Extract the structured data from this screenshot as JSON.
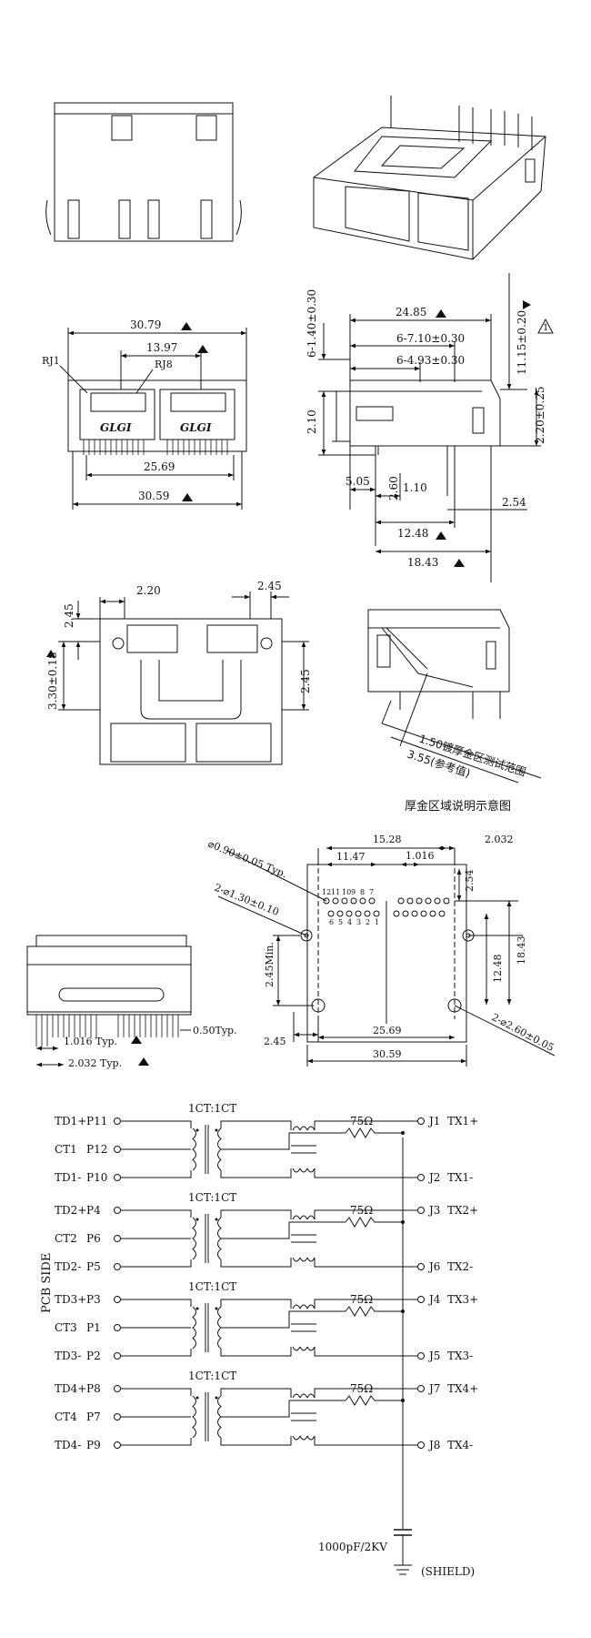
{
  "dimensions": {
    "d_30_79": "30.79",
    "d_13_97": "13.97",
    "rj1": "RJ1",
    "rj8": "RJ8",
    "brand": "GLGI",
    "d_25_69": "25.69",
    "d_30_59": "30.59",
    "d_24_85": "24.85",
    "d_6_1_40": "6-1.40±0.30",
    "d_6_7_10": "6-7.10±0.30",
    "d_6_4_93": "6-4.93±0.30",
    "d_11_15": "11.15±0.20",
    "d_2_20_025": "2.20±0.25",
    "d_2_10": "2.10",
    "d_5_05": "5.05",
    "d_2_60": "2.60",
    "d_1_10": "1.10",
    "d_2_54": "2.54",
    "d_12_48": "12.48",
    "d_18_43": "18.43",
    "note_1": "1",
    "d_2_45": "2.45",
    "d_2_20": "2.20",
    "d_3_30": "3.30±0.18",
    "gold_1_50": "1.50镀厚金区测试范围",
    "gold_3_55": "3.55(参考值)",
    "gold_caption": "厚金区域说明示意图",
    "d_1_016_typ": "1.016 Typ.",
    "d_2_032_typ": "2.032 Typ.",
    "d_0_50_typ": "0.50Typ.",
    "d_15_28": "15.28",
    "d_11_47": "11.47",
    "d_1_016": "1.016",
    "d_2_032": "2.032",
    "d_0_90": "⌀0.90±0.05 Typ.",
    "d_1_30": "2-⌀1.30±0.10",
    "d_2_45min": "2.45Min.",
    "d_2_60_005": "2-⌀2.60±0.05",
    "pin_top": [
      "12",
      "11",
      "10",
      "9",
      "8",
      "7"
    ],
    "pin_bottom": [
      "6",
      "5",
      "4",
      "3",
      "2",
      "1"
    ]
  },
  "schematic": {
    "side_label": "PCB SIDE",
    "ratio": "1CT:1CT",
    "resistor": "75Ω",
    "capacitor": "1000pF/2KV",
    "shield": "(SHIELD)",
    "channels": [
      {
        "l1": "TD1+",
        "p1": "P11",
        "l2": "CT1",
        "p2": "P12",
        "l3": "TD1-",
        "p3": "P10",
        "j1": "J1",
        "r1": "TX1+",
        "j2": "J2",
        "r2": "TX1-"
      },
      {
        "l1": "TD2+",
        "p1": "P4",
        "l2": "CT2",
        "p2": "P6",
        "l3": "TD2-",
        "p3": "P5",
        "j1": "J3",
        "r1": "TX2+",
        "j2": "J6",
        "r2": "TX2-"
      },
      {
        "l1": "TD3+",
        "p1": "P3",
        "l2": "CT3",
        "p2": "P1",
        "l3": "TD3-",
        "p3": "P2",
        "j1": "J4",
        "r1": "TX3+",
        "j2": "J5",
        "r2": "TX3-"
      },
      {
        "l1": "TD4+",
        "p1": "P8",
        "l2": "CT4",
        "p2": "P7",
        "l3": "TD4-",
        "p3": "P9",
        "j1": "J7",
        "r1": "TX4+",
        "j2": "J8",
        "r2": "TX4-"
      }
    ]
  }
}
